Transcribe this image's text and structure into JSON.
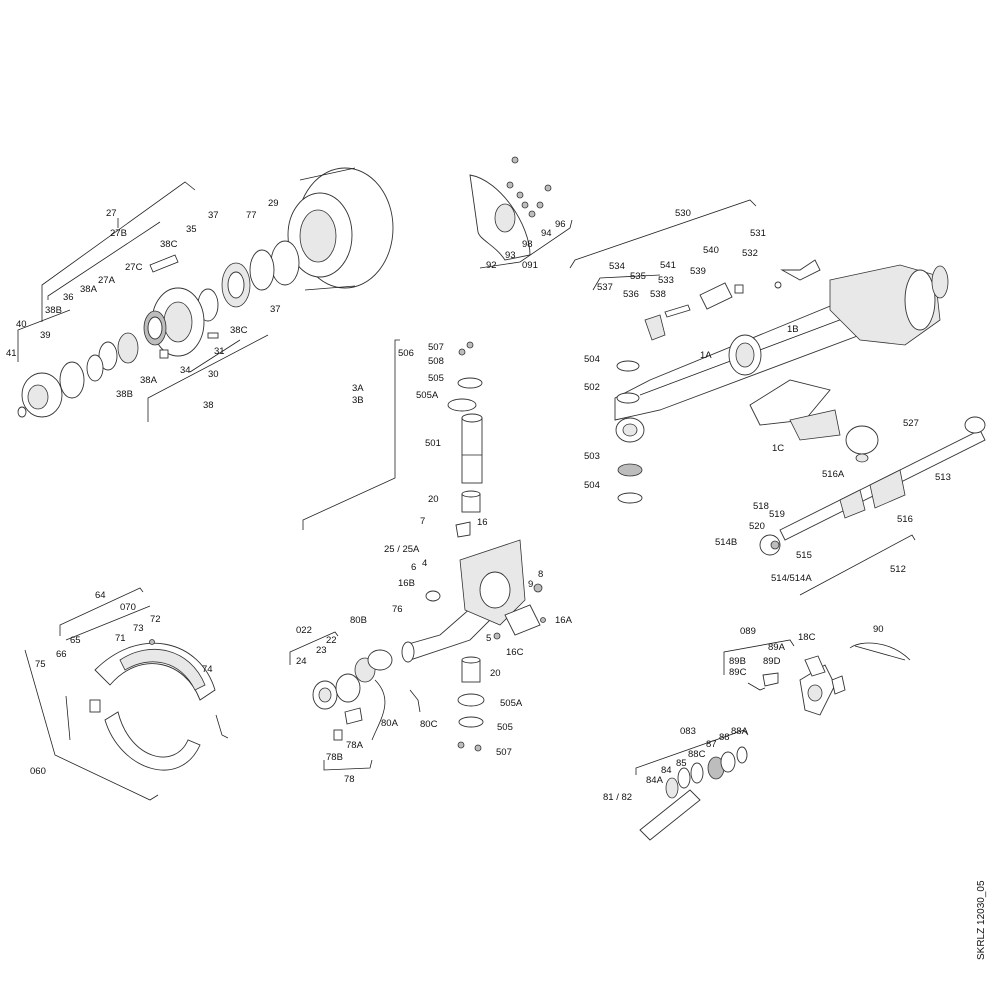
{
  "document_id": "SKRLZ 12030_05",
  "labels": {
    "l27": "27",
    "l27B": "27B",
    "l27C": "27C",
    "l27A": "27A",
    "l29": "29",
    "l77": "77",
    "l37a": "37",
    "l38Ca": "38C",
    "l35": "35",
    "l36": "36",
    "l38A": "38A",
    "l38B": "38B",
    "l40": "40",
    "l39": "39",
    "l41": "41",
    "l38Ba": "38B",
    "l38Aa": "38A",
    "l34": "34",
    "l31": "31",
    "l38Cb": "38C",
    "l37b": "37",
    "l30": "30",
    "l38": "38",
    "l92": "92",
    "l93": "93",
    "l091": "091",
    "l98": "98",
    "l94": "94",
    "l96": "96",
    "l530": "530",
    "l534": "534",
    "l535": "535",
    "l537": "537",
    "l536": "536",
    "l538": "538",
    "l533": "533",
    "l541": "541",
    "l539": "539",
    "l540": "540",
    "l531": "531",
    "l532": "532",
    "l1B": "1B",
    "l1A": "1A",
    "l504a": "504",
    "l502": "502",
    "l1C": "1C",
    "l503": "503",
    "l504b": "504",
    "l527": "527",
    "l516A": "516A",
    "l513": "513",
    "l516": "516",
    "l518": "518",
    "l519": "519",
    "l520": "520",
    "l514B": "514B",
    "l515": "515",
    "l514": "514/514A",
    "l512": "512",
    "l506": "506",
    "l507a": "507",
    "l508": "508",
    "l505": "505",
    "l505Aa": "505A",
    "l3A": "3A",
    "l3B": "3B",
    "l501": "501",
    "l20a": "20",
    "l7": "7",
    "l16": "16",
    "l25": "25 / 25A",
    "l4": "4",
    "l6": "6",
    "l16B": "16B",
    "l9": "9",
    "l8": "8",
    "l76": "76",
    "l16A": "16A",
    "l5": "5",
    "l16C": "16C",
    "l20b": "20",
    "l505Ab": "505A",
    "l505b": "505",
    "l507b": "507",
    "l64": "64",
    "l070": "070",
    "l65": "65",
    "l71": "71",
    "l73": "73",
    "l72": "72",
    "l66": "66",
    "l75": "75",
    "l74": "74",
    "l060": "060",
    "l022": "022",
    "l22": "22",
    "l24": "24",
    "l23": "23",
    "l80B": "80B",
    "l80A": "80A",
    "l80C": "80C",
    "l78A": "78A",
    "l78B": "78B",
    "l78": "78",
    "l089": "089",
    "l18C": "18C",
    "l90": "90",
    "l89A": "89A",
    "l89B": "89B",
    "l89C": "89C",
    "l89D": "89D",
    "l083": "083",
    "l88A": "88A",
    "l88": "88",
    "l87": "87",
    "l88C": "88C",
    "l85": "85",
    "l84": "84",
    "l84A": "84A",
    "l81": "81 / 82"
  }
}
